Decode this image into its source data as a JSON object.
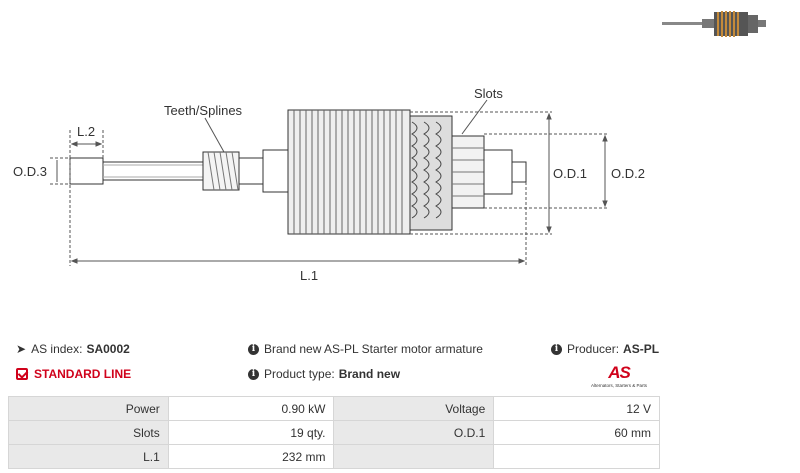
{
  "diagram": {
    "labels": {
      "teeth": "Teeth/Splines",
      "slots": "Slots",
      "l2": "L.2",
      "od3": "O.D.3",
      "od1": "O.D.1",
      "od2": "O.D.2",
      "l1": "L.1"
    }
  },
  "info": {
    "as_index_label": "AS index:",
    "as_index_value": "SA0002",
    "description": "Brand new AS-PL Starter motor armature",
    "producer_label": "Producer:",
    "producer_value": "AS-PL",
    "line": "STANDARD LINE",
    "product_type_label": "Product type:",
    "product_type_value": "Brand new"
  },
  "logo": {
    "mark": "AS",
    "tagline": "Alternators, Starters & Parts"
  },
  "specs": {
    "rows": [
      {
        "label1": "Power",
        "value1": "0.90 kW",
        "label2": "Voltage",
        "value2": "12 V"
      },
      {
        "label1": "Slots",
        "value1": "19 qty.",
        "label2": "O.D.1",
        "value2": "60 mm"
      },
      {
        "label1": "L.1",
        "value1": "232 mm",
        "label2": "",
        "value2": ""
      }
    ]
  },
  "colors": {
    "accent": "#d0021b",
    "table_label_bg": "#e9e9e9",
    "dimension_line": "#555555"
  },
  "icons": [
    "tag-icon",
    "info-icon",
    "check-square-icon",
    "product-thumbnail"
  ]
}
